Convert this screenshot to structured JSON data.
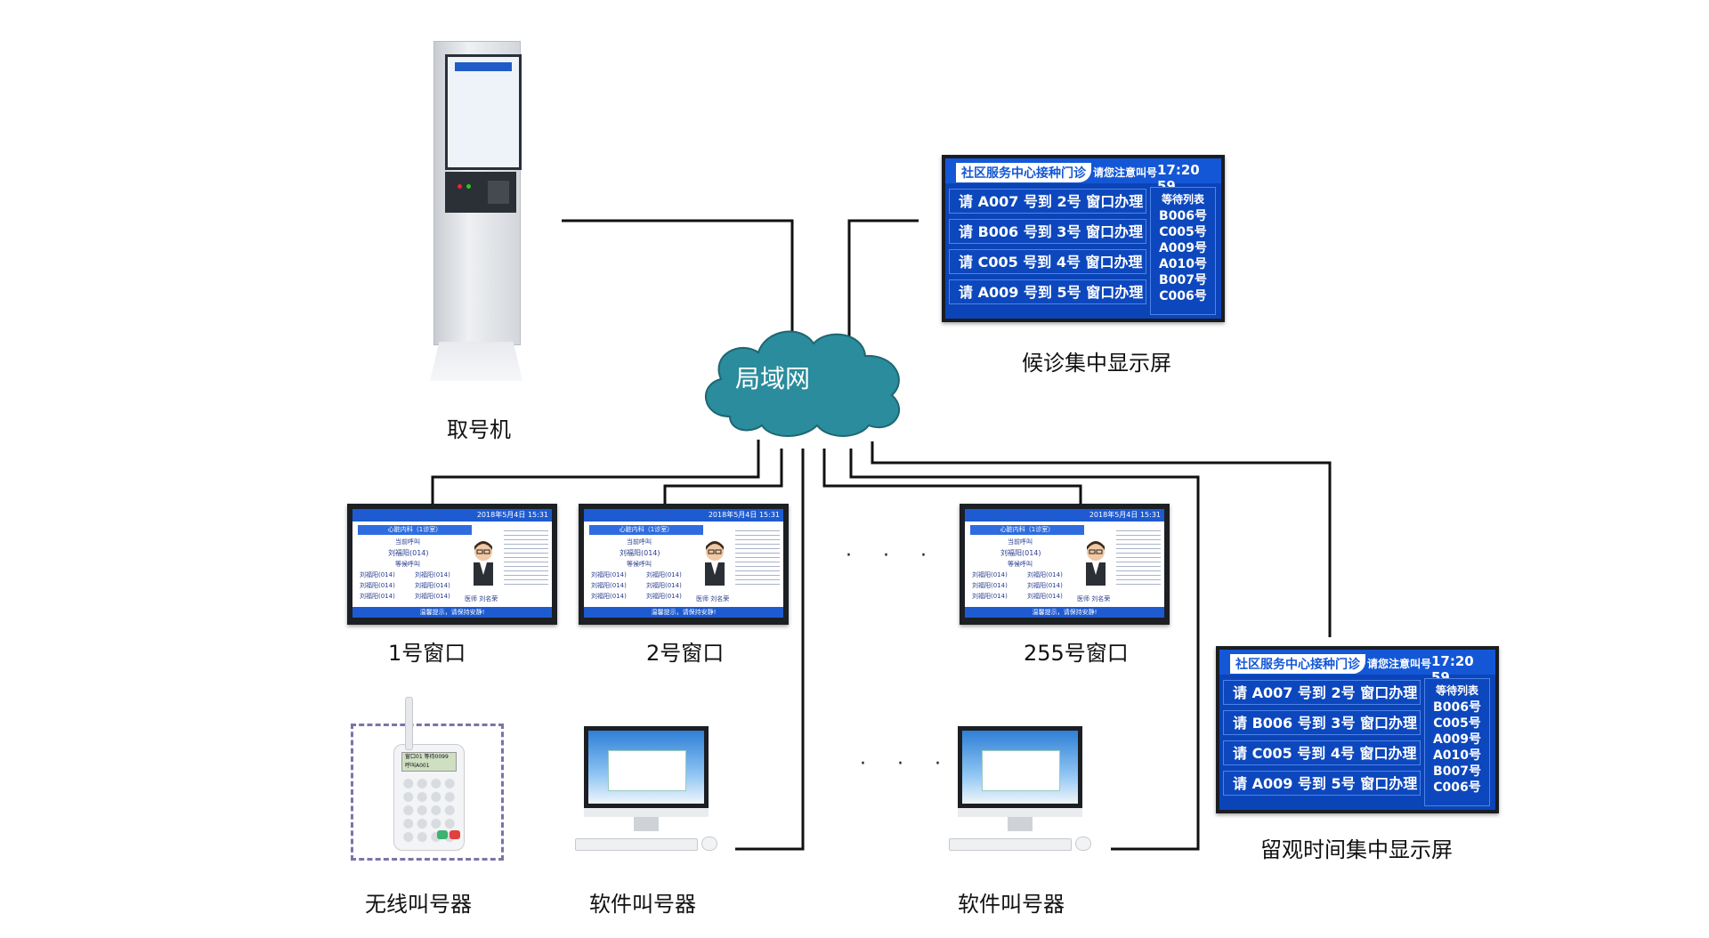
{
  "network": {
    "label": "局域网",
    "cloud_color": "#2a8c9c"
  },
  "kiosk": {
    "label": "取号机"
  },
  "led_displays": [
    {
      "label": "候诊集中显示屏",
      "title": "社区服务中心接种门诊",
      "notice": "请您注意叫号",
      "time": "17:20 59",
      "calls": [
        "请 A007 号到 2号 窗口办理",
        "请 B006 号到 3号 窗口办理",
        "请 C005 号到 4号 窗口办理",
        "请 A009 号到 5号 窗口办理"
      ],
      "waiting_header": "等待列表",
      "waiting": [
        "B006号",
        "C005号",
        "A009号",
        "A010号",
        "B007号",
        "C006号"
      ]
    },
    {
      "label": "留观时间集中显示屏",
      "title": "社区服务中心接种门诊",
      "notice": "请您注意叫号",
      "time": "17:20 59",
      "calls": [
        "请 A007 号到 2号 窗口办理",
        "请 B006 号到 3号 窗口办理",
        "请 C005 号到 4号 窗口办理",
        "请 A009 号到 5号 窗口办理"
      ],
      "waiting_header": "等待列表",
      "waiting": [
        "B006号",
        "C005号",
        "A009号",
        "A010号",
        "B007号",
        "C006号"
      ]
    }
  ],
  "window_screens": {
    "labels": [
      "1号窗口",
      "2号窗口",
      "255号窗口"
    ],
    "date": "2018年5月4日",
    "time": "15:31",
    "dept": "心脏内科（1诊室）",
    "calling_label": "当前呼叫",
    "calling_name": "刘福阳(014)",
    "waiting_label": "等候呼叫",
    "waiting_name": "刘福阳(014)",
    "doctor": "医师  刘名荣",
    "footer": "温馨提示，请保持安静!"
  },
  "software_caller": {
    "label": "软件叫号器"
  },
  "wireless_caller": {
    "label": "无线叫号器",
    "lcd_line1": "窗口01   等待0099",
    "lcd_line2": "呼叫A001"
  },
  "ellipsis": "· · ·"
}
